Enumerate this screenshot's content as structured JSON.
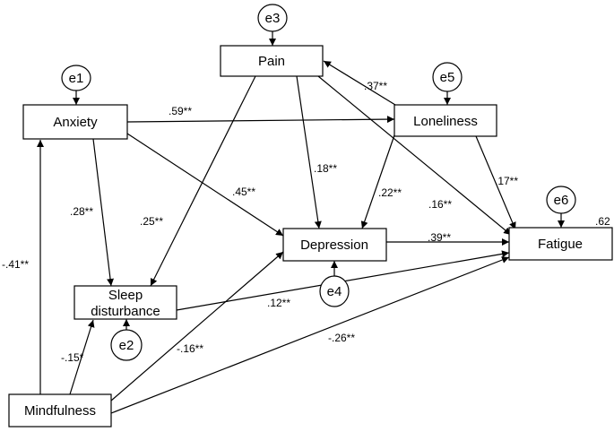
{
  "nodes": {
    "pain": "Pain",
    "anxiety": "Anxiety",
    "loneliness": "Loneliness",
    "depression": "Depression",
    "fatigue": "Fatigue",
    "sleep_line1": "Sleep",
    "sleep_line2": "disturbance",
    "mindfulness": "Mindfulness"
  },
  "errors": {
    "e1": "e1",
    "e2": "e2",
    "e3": "e3",
    "e4": "e4",
    "e5": "e5",
    "e6": "e6"
  },
  "r_squared": {
    "fatigue": ".62"
  },
  "paths": {
    "anxiety_loneliness": ".59**",
    "loneliness_pain": ".37**",
    "anxiety_depression": ".45**",
    "pain_depression": ".18**",
    "loneliness_depression": ".22**",
    "loneliness_fatigue": ".17**",
    "pain_fatigue": ".16**",
    "anxiety_sleep": ".28**",
    "pain_sleep": ".25**",
    "depression_fatigue": ".39**",
    "sleep_fatigue": ".12**",
    "mindfulness_anxiety": "-.41**",
    "mindfulness_sleep": "-.15*",
    "mindfulness_depression": "-.16**",
    "mindfulness_fatigue": "-.26**"
  },
  "colors": {
    "stroke": "#000000",
    "background": "#ffffff"
  }
}
